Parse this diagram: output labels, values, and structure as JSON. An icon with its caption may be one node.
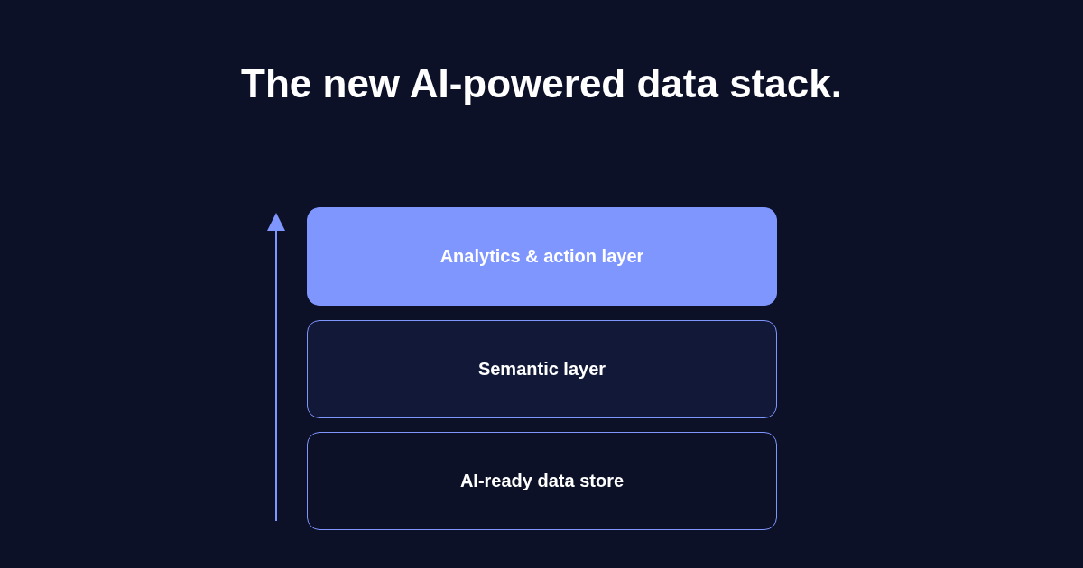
{
  "diagram": {
    "title": "The new AI-powered data stack.",
    "nodes": [
      {
        "text": [
          "Analytics & action layer"
        ]
      },
      {
        "text": [
          "Semantic layer"
        ]
      },
      {
        "text": [
          "AI-ready data store"
        ]
      }
    ]
  }
}
